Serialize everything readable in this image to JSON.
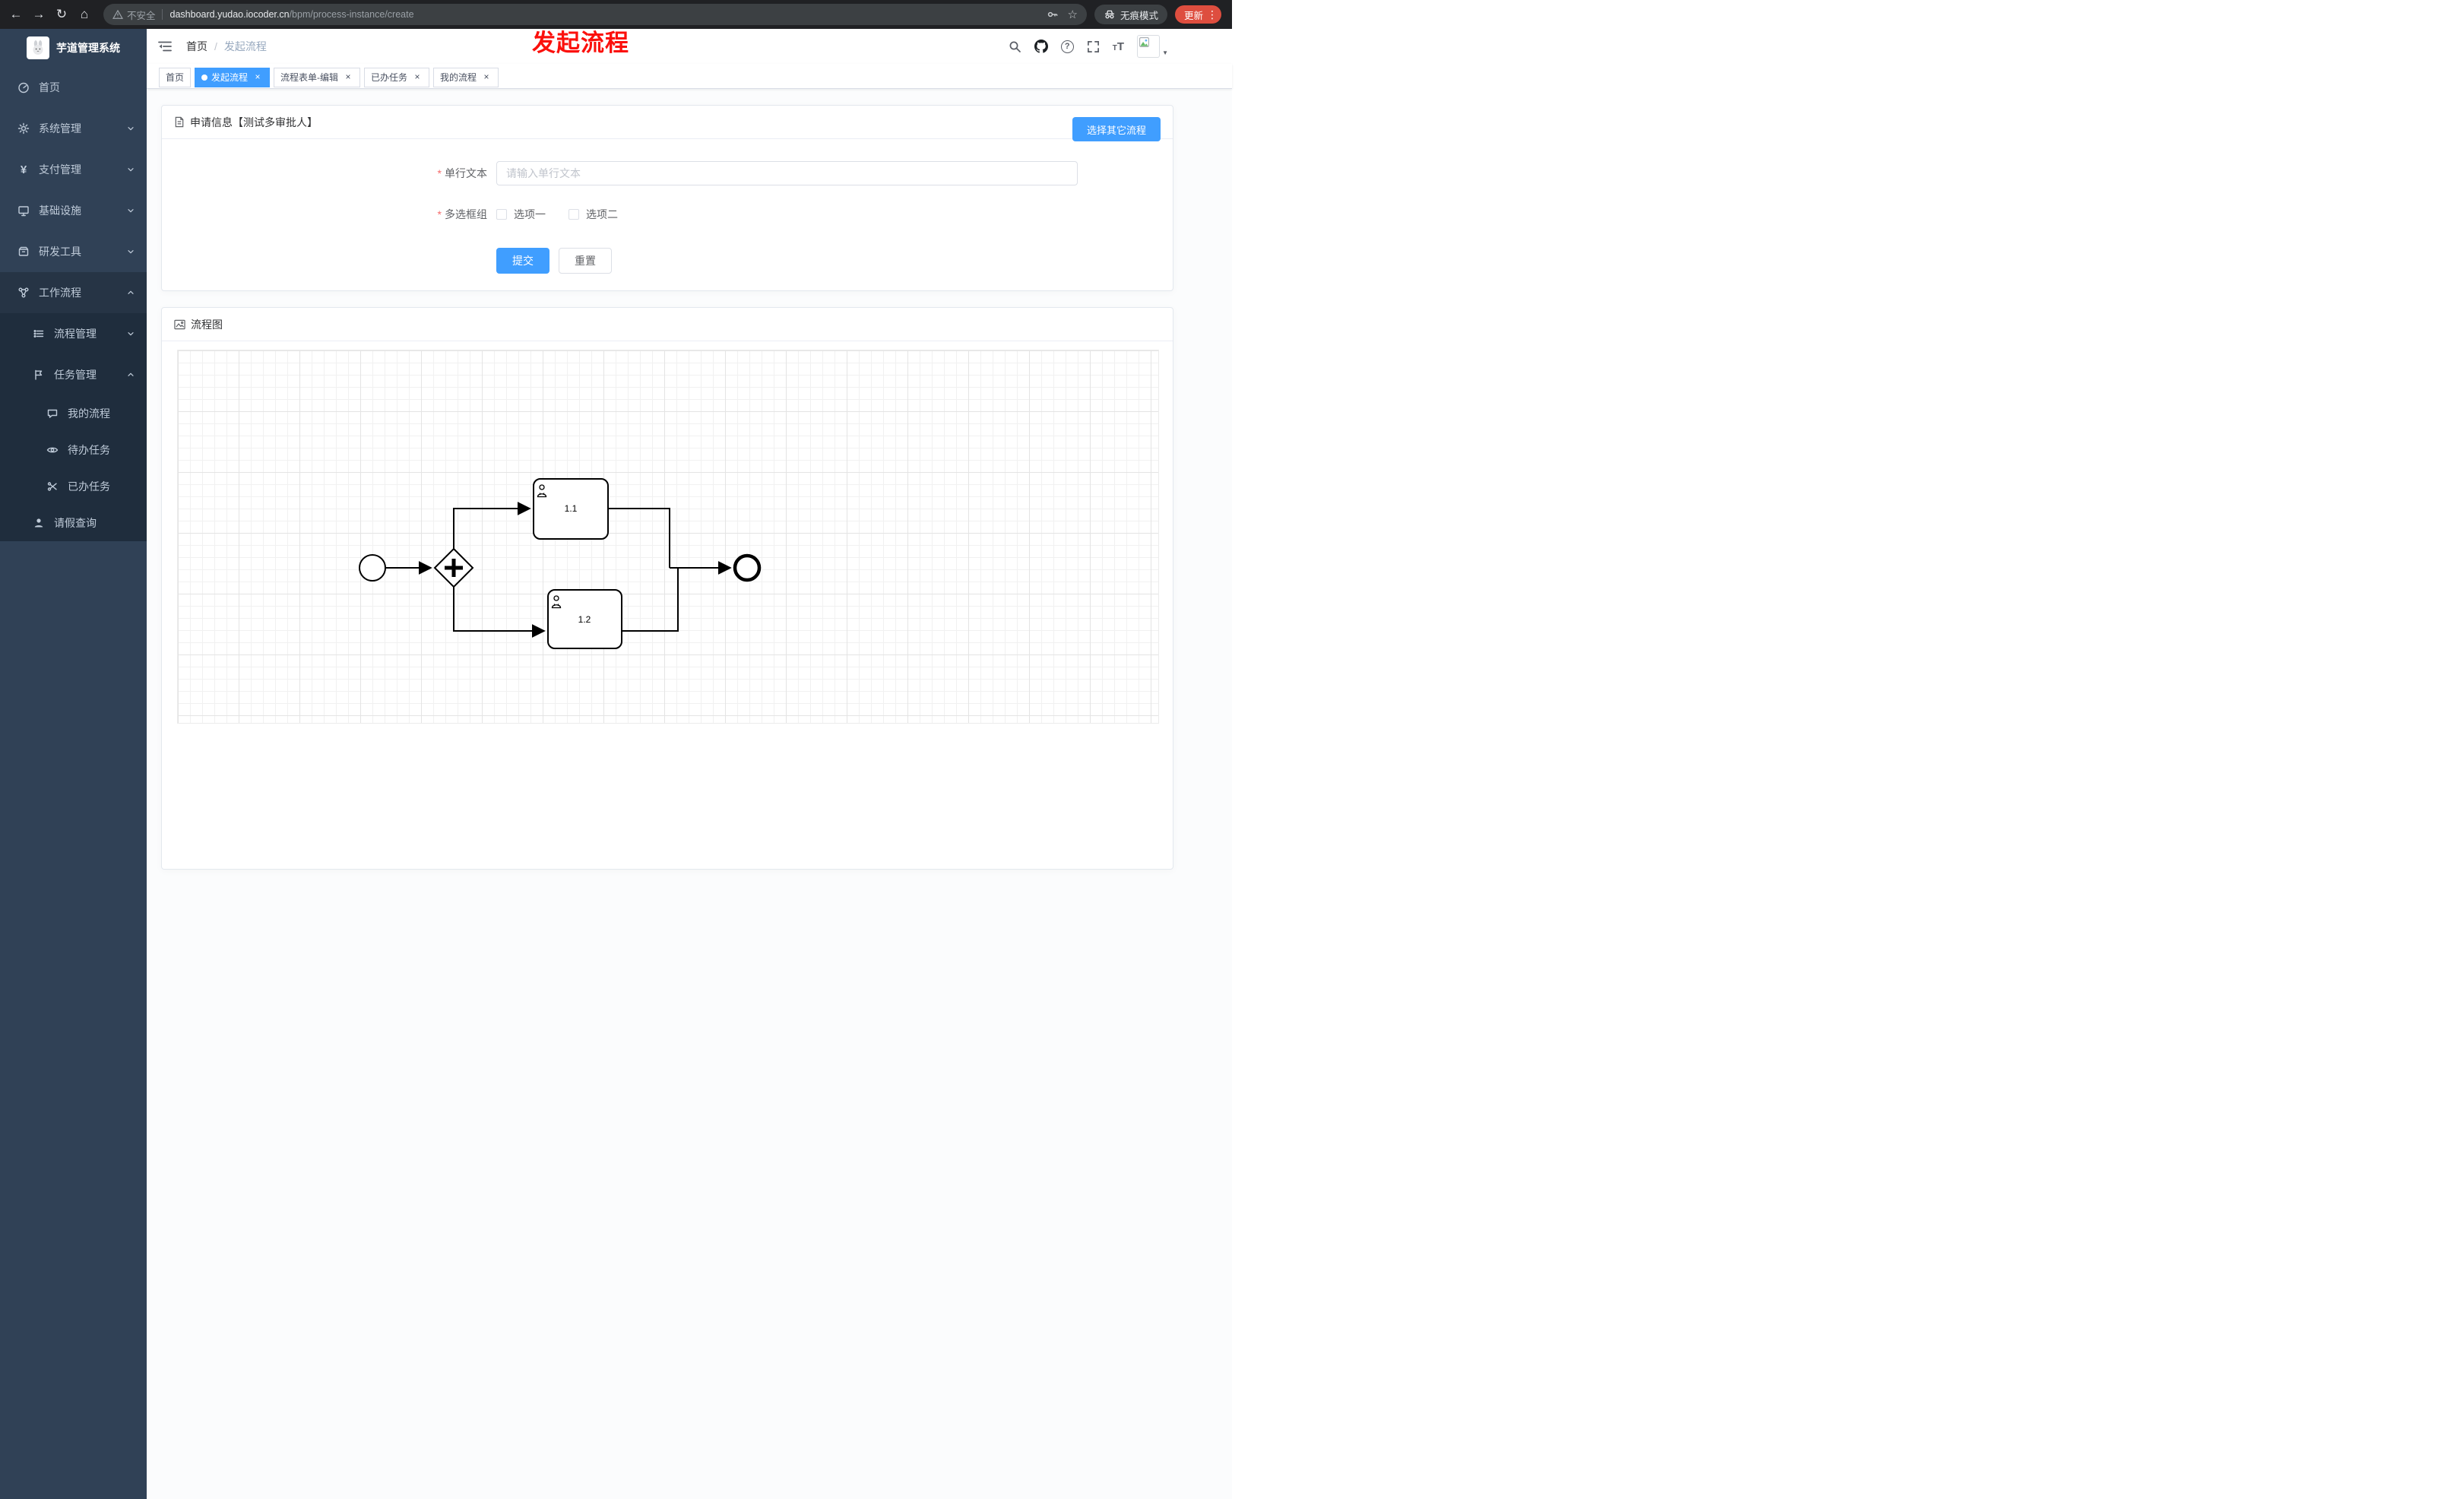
{
  "browser": {
    "security_label": "不安全",
    "url_domain": "dashboard.yudao.iocoder.cn",
    "url_path": "/bpm/process-instance/create",
    "incognito_label": "无痕模式",
    "update_label": "更新"
  },
  "glyphs": {
    "back": "←",
    "forward": "→",
    "reload": "↻",
    "home": "⌂",
    "star": "☆",
    "kebab": "⋮",
    "help": "?",
    "caret_down": "▼",
    "t": "T",
    "close": "×",
    "breadcrumb_sep": "/",
    "required_mark": "*",
    "yen": "¥"
  },
  "annotation": {
    "title_overlay": "发起流程"
  },
  "sidebar": {
    "app_title": "芋道管理系统",
    "items": [
      {
        "label": "首页"
      },
      {
        "label": "系统管理"
      },
      {
        "label": "支付管理"
      },
      {
        "label": "基础设施"
      },
      {
        "label": "研发工具"
      },
      {
        "label": "工作流程"
      }
    ],
    "submenu": [
      {
        "label": "流程管理"
      },
      {
        "label": "任务管理"
      }
    ],
    "tasks_children": [
      {
        "label": "我的流程"
      },
      {
        "label": "待办任务"
      },
      {
        "label": "已办任务"
      }
    ],
    "leave_query": {
      "label": "请假查询"
    }
  },
  "breadcrumb": {
    "home": "首页",
    "current": "发起流程"
  },
  "tabs": {
    "items": [
      {
        "label": "首页",
        "active": false
      },
      {
        "label": "发起流程",
        "active": true
      },
      {
        "label": "流程表单-编辑",
        "active": false
      },
      {
        "label": "已办任务",
        "active": false
      },
      {
        "label": "我的流程",
        "active": false
      }
    ]
  },
  "form_card": {
    "title": "申请信息【测试多审批人】",
    "choose_other_label": "选择其它流程",
    "fields": {
      "text": {
        "label": "单行文本",
        "placeholder": "请输入单行文本"
      },
      "checkbox_group": {
        "label": "多选框组",
        "options": [
          "选项一",
          "选项二"
        ]
      }
    },
    "submit_label": "提交",
    "reset_label": "重置"
  },
  "diagram_card": {
    "title": "流程图",
    "tasks": {
      "task1": "1.1",
      "task2": "1.2"
    }
  },
  "colors": {
    "accent": "#409eff",
    "danger": "#f56c6c",
    "update_red": "#de4e3f",
    "sidebar_bg": "#304156",
    "submenu_bg": "#1f2d3d",
    "tab_active": "#409eff"
  }
}
